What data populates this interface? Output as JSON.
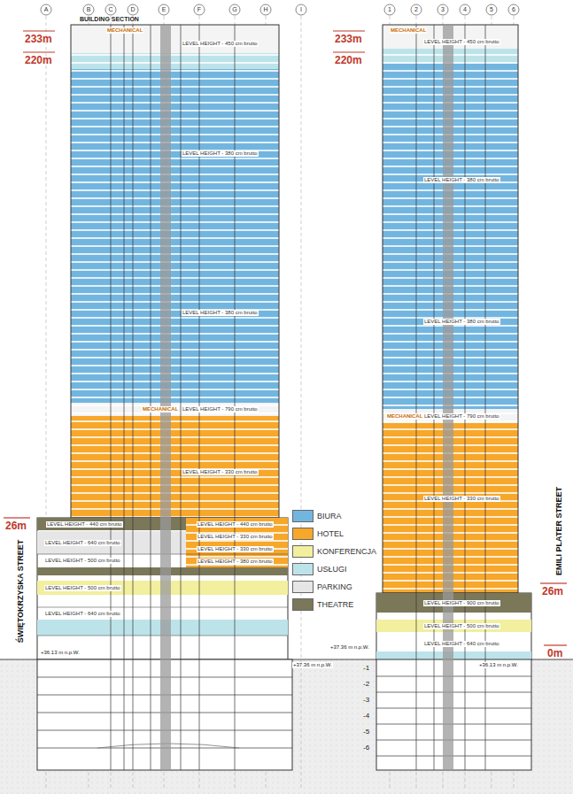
{
  "diagram": {
    "labels": [
      "BUILDING SECTION",
      "233m",
      "220m",
      "233m",
      "220m",
      "MECHANICAL",
      "MECHANICAL",
      "MECHANICAL",
      "MECHANICAL",
      "LEVEL HEIGHT - 450 cm brutto",
      "LEVEL HEIGHT - 380 cm brutto",
      "LEVEL HEIGHT - 380 cm brutto",
      "LEVEL HEIGHT - 790 cm brutto",
      "LEVEL HEIGHT - 330 cm brutto",
      "LEVEL HEIGHT - 440 cm brutto",
      "LEVEL HEIGHT - 640 cm brutto",
      "LEVEL HEIGHT - 500 cm brutto",
      "LEVEL HEIGHT - 500 cm brutto",
      "LEVEL HEIGHT - 640 cm brutto",
      "LEVEL HEIGHT - 440 cm brutto",
      "LEVEL HEIGHT - 330 cm brutto",
      "LEVEL HEIGHT - 330 cm brutto",
      "LEVEL HEIGHT - 380 cm brutto",
      "LEVEL HEIGHT - 450 cm brutto",
      "LEVEL HEIGHT - 380 cm brutto",
      "LEVEL HEIGHT - 380 cm brutto",
      "LEVEL HEIGHT - 790 cm brutto",
      "LEVEL HEIGHT - 330 cm brutto",
      "LEVEL HEIGHT - 900 cm brutto",
      "LEVEL HEIGHT - 500 cm brutto",
      "LEVEL HEIGHT - 640 cm brutto",
      "26m",
      "26m",
      "0m",
      "ŚWIĘTOKRZYSKA STREET",
      "EMILI PLATER STREET",
      "+36.13 m n.p.W.",
      "+37.36 m n.p.W.",
      "+37.36 m n.p.W.",
      "+36.13 m n.p.W.",
      "-1",
      "-2",
      "-3",
      "-4",
      "-5",
      "-6",
      "A",
      "B",
      "C",
      "D",
      "E",
      "F",
      "G",
      "H",
      "I",
      "1",
      "2",
      "3",
      "4",
      "5",
      "6"
    ],
    "legend": [
      {
        "text": "BIURA",
        "color": "#72b6e0"
      },
      {
        "text": "HOTEL",
        "color": "#f7a72a"
      },
      {
        "text": "KONFERENCJA",
        "color": "#f2ef9e"
      },
      {
        "text": "USŁUGI",
        "color": "#bde3ea"
      },
      {
        "text": "PARKING",
        "color": "#e6e6e6"
      },
      {
        "text": "THEATRE",
        "color": "#7b785a"
      }
    ]
  }
}
